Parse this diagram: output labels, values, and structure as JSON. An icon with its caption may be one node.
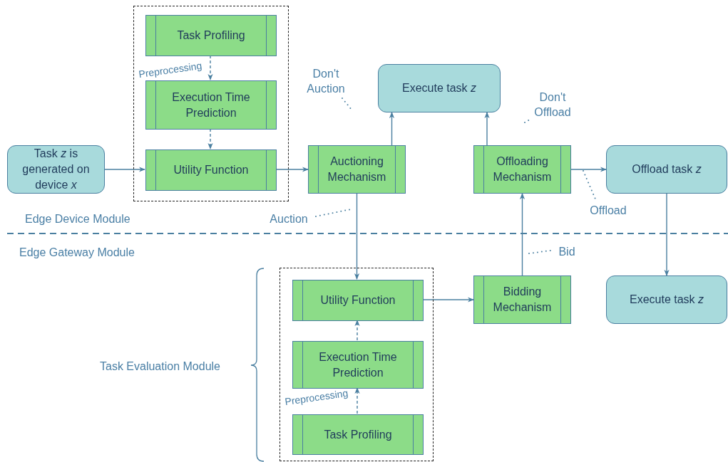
{
  "diagram": {
    "nodes": [
      {
        "text": [
          "Preprocessing"
        ]
      },
      {
        "text": [
          "Task Profiling"
        ],
        "in": 0
      },
      {
        "text": [
          "Execution Time Prediction"
        ],
        "in": 0
      },
      {
        "text": [
          "Utility Function"
        ],
        "in": 0
      },
      {
        "text": [
          "Task *z* is generated on device *x*"
        ]
      },
      {
        "text": [
          "Auctioning Mechanism"
        ]
      },
      {
        "text": [
          "Execute task *z*"
        ]
      },
      {
        "text": [
          "Offloading Mechanism"
        ]
      },
      {
        "text": [
          "Offload task *z*"
        ]
      },
      {
        "text": [
          "Preprocessing"
        ]
      },
      {
        "text": [
          "Utility Function"
        ],
        "in": 9
      },
      {
        "text": [
          "Execution Time Prediction"
        ],
        "in": 9
      },
      {
        "text": [
          "Task Profiling"
        ],
        "in": 9
      },
      {
        "text": [
          "Bidding Mechanism"
        ]
      },
      {
        "text": [
          "Execute task *z*"
        ]
      }
    ],
    "edges": [
      {
        "from": 1,
        "to": 2,
        "arrow": "to",
        "style": "dashed"
      },
      {
        "from": 2,
        "to": 3,
        "arrow": "to",
        "style": "dashed"
      },
      {
        "from": 4,
        "to": 3,
        "arrow": "to"
      },
      {
        "from": 3,
        "to": 5,
        "arrow": "to"
      },
      {
        "from": 5,
        "to": 6,
        "arrow": "to",
        "label": "Don't Auction"
      },
      {
        "from": 7,
        "to": 6,
        "arrow": "to",
        "label": "Don't Offload"
      },
      {
        "from": 7,
        "to": 8,
        "arrow": "to",
        "label": "Offload"
      },
      {
        "from": 5,
        "to": 10,
        "arrow": "to",
        "label": "Auction"
      },
      {
        "from": 10,
        "to": 13,
        "arrow": "to"
      },
      {
        "from": 13,
        "to": 7,
        "arrow": "to",
        "label": "Bid"
      },
      {
        "from": 8,
        "to": 14,
        "arrow": "to"
      },
      {
        "from": 12,
        "to": 11,
        "arrow": "to",
        "style": "dashed"
      },
      {
        "from": 11,
        "to": 10,
        "arrow": "to",
        "style": "dashed"
      }
    ],
    "labels": [
      "Edge Device Module",
      "Edge Gateway Module",
      "Task Evaluation Module"
    ]
  }
}
